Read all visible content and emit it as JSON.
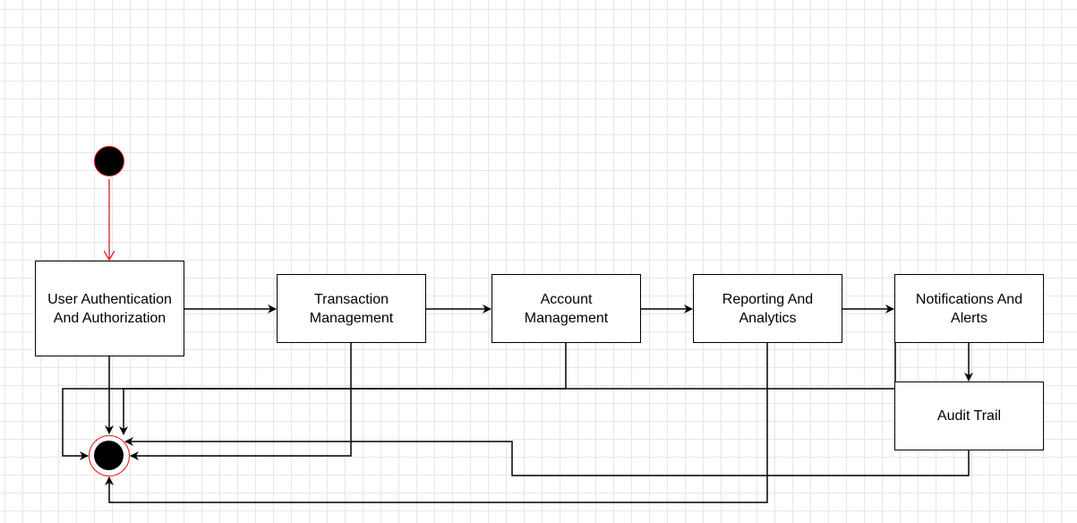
{
  "diagram": {
    "nodes": {
      "auth": {
        "label": "User Authentication And Authorization"
      },
      "transaction": {
        "label": "Transaction Management"
      },
      "account": {
        "label": "Account Management"
      },
      "reporting": {
        "label": "Reporting And Analytics"
      },
      "notifications": {
        "label": "Notifications And Alerts"
      },
      "audit": {
        "label": "Audit Trail"
      }
    },
    "edges": [
      {
        "from": "start",
        "to": "auth"
      },
      {
        "from": "auth",
        "to": "transaction"
      },
      {
        "from": "transaction",
        "to": "account"
      },
      {
        "from": "account",
        "to": "reporting"
      },
      {
        "from": "reporting",
        "to": "notifications"
      },
      {
        "from": "notifications",
        "to": "audit"
      },
      {
        "from": "auth",
        "to": "end"
      },
      {
        "from": "transaction",
        "to": "end"
      },
      {
        "from": "account",
        "to": "end"
      },
      {
        "from": "reporting",
        "to": "end"
      },
      {
        "from": "notifications",
        "to": "end"
      },
      {
        "from": "audit",
        "to": "end"
      }
    ],
    "colors": {
      "line": "#000000",
      "start_edge": "#e01b1b",
      "node_outline": "#e01b1b",
      "grid": "#e6e6e6"
    }
  }
}
